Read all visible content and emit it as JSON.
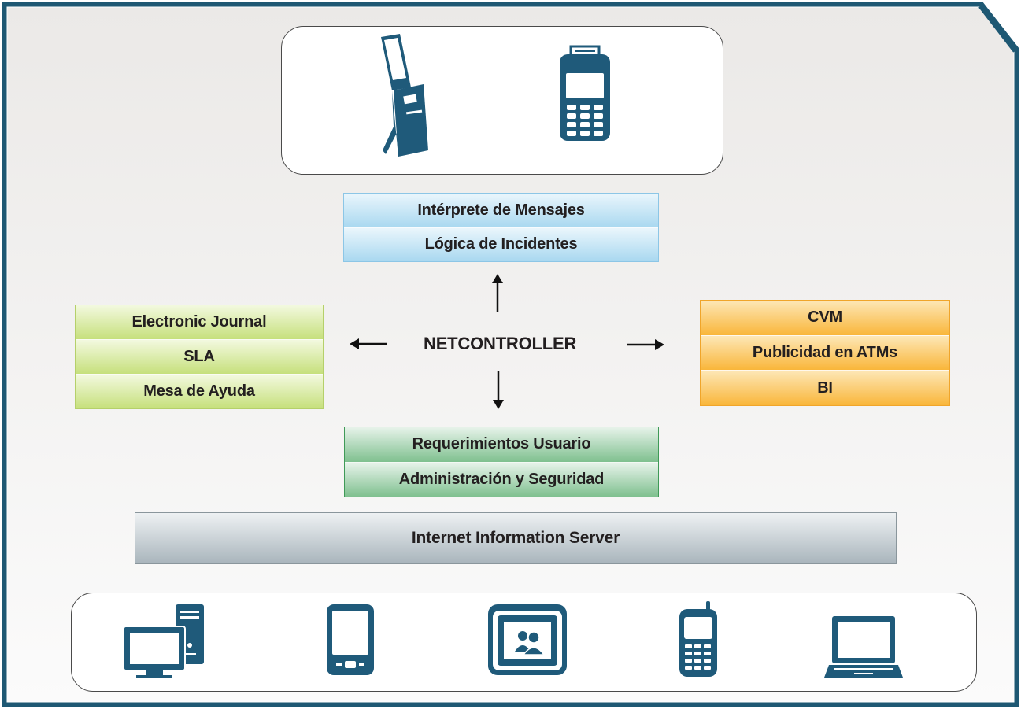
{
  "diagram": {
    "center_label": "NETCONTROLLER",
    "top_stack": [
      "Intérprete de Mensajes",
      "Lógica de Incidentes"
    ],
    "left_stack": [
      "Electronic Journal",
      "SLA",
      "Mesa de Ayuda"
    ],
    "right_stack": [
      "CVM",
      "Publicidad en ATMs",
      "BI"
    ],
    "bottom_stack": [
      "Requerimientos Usuario",
      "Administración y Seguridad"
    ],
    "server_bar": "Internet Information Server"
  },
  "devices": {
    "top": [
      "atm-kiosk-icon",
      "pos-terminal-icon"
    ],
    "bottom": [
      "desktop-computer-icon",
      "tablet-icon",
      "web-portal-users-icon",
      "mobile-phone-icon",
      "laptop-icon"
    ]
  },
  "colors": {
    "frame_border": "#1e5873",
    "icon_fill": "#1f5a7a",
    "blue_box": "#a9d8f0",
    "light_green_box": "#c6e07c",
    "orange_box": "#f9b63a",
    "dark_green_box": "#7fc08f",
    "gray_bar": "#a9b5bc"
  }
}
